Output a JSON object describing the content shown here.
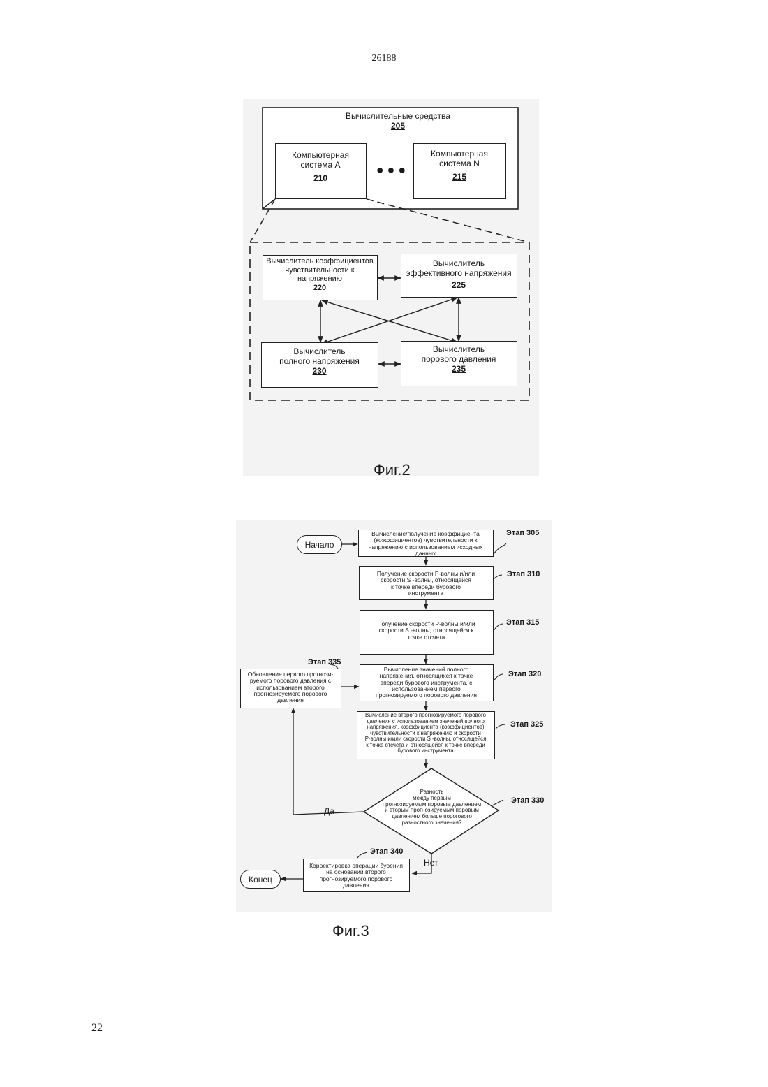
{
  "header": {
    "doc_number": "26188"
  },
  "footer": {
    "page_number": "22"
  },
  "fig2": {
    "caption": "Фиг.2",
    "outer": {
      "title": "Вычислительные средства",
      "ref": "205"
    },
    "system_a": {
      "line1": "Компьютерная",
      "line2": "система A",
      "ref": "210"
    },
    "system_n": {
      "line1": "Компьютерная",
      "line2": "система N",
      "ref": "215"
    },
    "ellipsis": "● ● ●",
    "box220": {
      "line1": "Вычислитель коэффициентов",
      "line2": "чувствительности к",
      "line3": "напряжению",
      "ref": "220"
    },
    "box225": {
      "line1": "Вычислитель",
      "line2": "эффективного напряжения",
      "ref": "225"
    },
    "box230": {
      "line1": "Вычислитель",
      "line2": "полного напряжения",
      "ref": "230"
    },
    "box235": {
      "line1": "Вычислитель",
      "line2": "порового давления",
      "ref": "235"
    }
  },
  "fig3": {
    "caption": "Фиг.3",
    "start": "Начало",
    "end": "Конец",
    "s305": {
      "label": "Этап 305",
      "text": [
        "Вычисление/получение коэффициента",
        "(коэффициентов) чувствительности к",
        "напряжению с использованием исходных",
        "данных"
      ]
    },
    "s310": {
      "label": "Этап 310",
      "text": [
        "Получение скорости Р-волны и/или",
        "скорости  S -волны,  относящейся",
        "к точке впереди  бурового",
        "инструмента"
      ]
    },
    "s315": {
      "label": "Этап 315",
      "text": [
        "Получение скорости Р-волны и/или",
        "скорости    S -волны, относящейся к",
        "точке отсчета"
      ]
    },
    "s320": {
      "label": "Этап 320",
      "text": [
        "Вычисление значений полного",
        "напряжения, относящихся к точке",
        "впереди бурового инструмента, с",
        "использованием первого",
        "прогнозируемого порового давления"
      ]
    },
    "s325": {
      "label": "Этап 325",
      "text": [
        "Вычисление второго прогнозируемого порового",
        "давления с использованием значений полного",
        "напряжения, коэффициента  (коэффициентов)",
        "чувствительности к напряжению  и скорости",
        "Р-волны и/или скорости   S -волны, относящейся",
        "к точке отсчета и относящейся  к точке впереди",
        "бурового инструмента"
      ]
    },
    "s330": {
      "label": "Этап 330",
      "text": [
        "Разность",
        "между первым",
        "прогнозируемым поровым давлением",
        "и вторым прогнозируемым поровым",
        "давлением больше порогового",
        "разностного значения?"
      ]
    },
    "s335": {
      "label": "Этап 335",
      "text": [
        "Обновление первого прогнози-",
        "руемого порового давления с",
        "использованием второго",
        "прогнозируемого порового",
        "давления"
      ]
    },
    "s340": {
      "label": "Этап 340",
      "text": [
        "Корректировка операции бурения",
        "на основании второго",
        "прогнозируемого порового",
        "давления"
      ]
    },
    "yes": "Да",
    "no": "Нет"
  }
}
